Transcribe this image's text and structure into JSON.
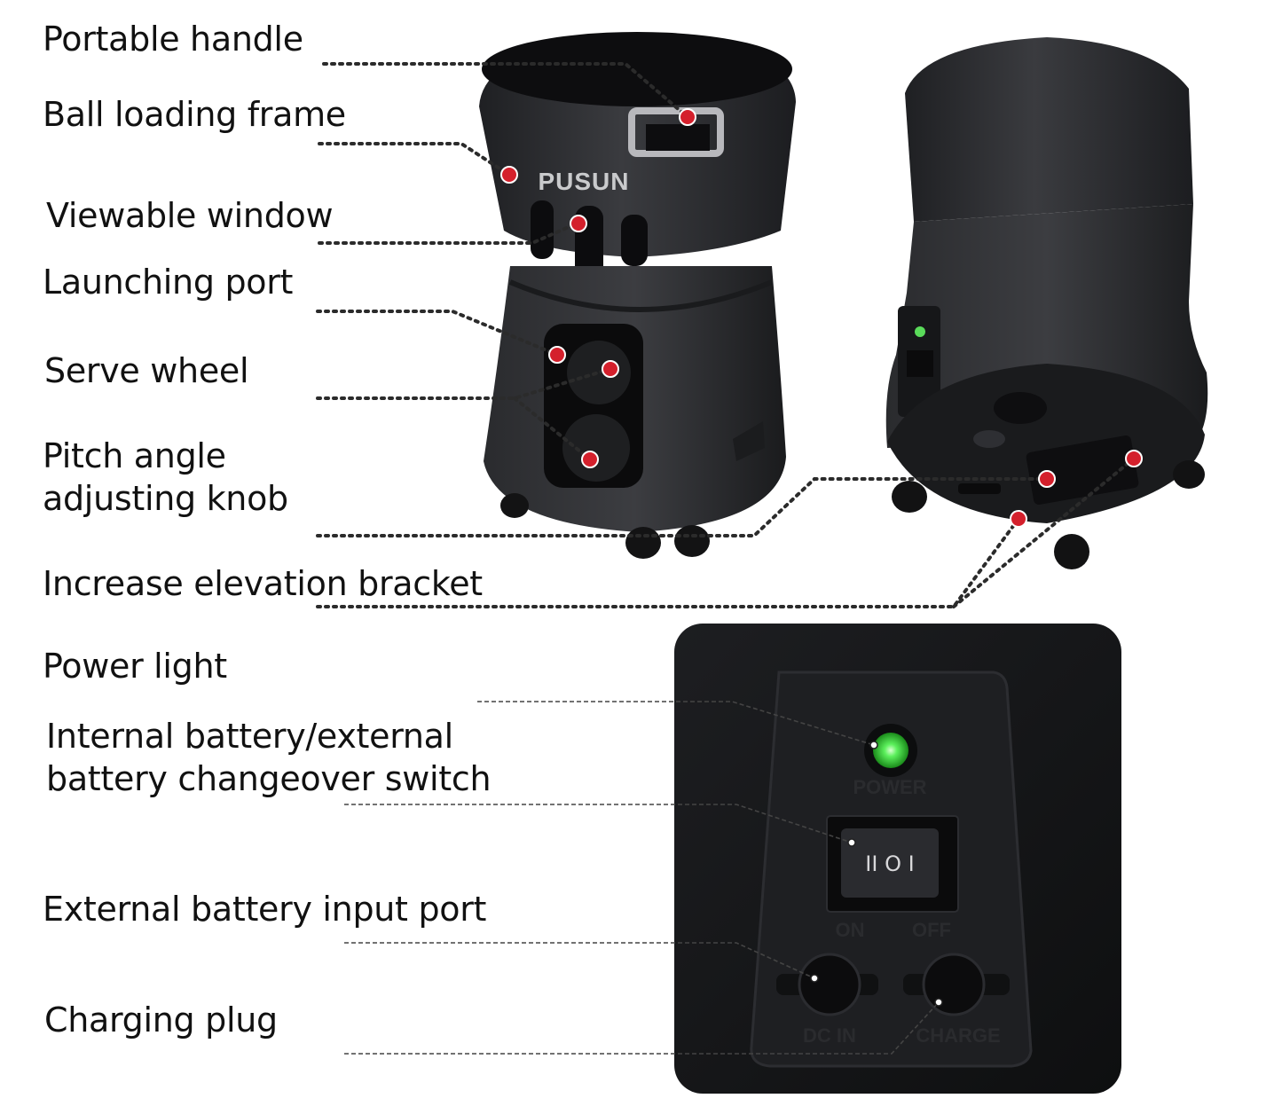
{
  "labels": {
    "portable_handle": "Portable handle",
    "ball_loading_frame": "Ball loading frame",
    "viewable_window": "Viewable window",
    "launching_port": "Launching port",
    "serve_wheel": "Serve wheel",
    "pitch_angle_line1": "Pitch angle",
    "pitch_angle_line2": "adjusting knob",
    "increase_elevation_bracket": "Increase elevation bracket",
    "power_light": "Power light",
    "switch_line1": "Internal battery/external",
    "switch_line2": "battery changeover switch",
    "external_battery_input_port": "External battery input port",
    "charging_plug": "Charging plug"
  },
  "product": {
    "brand": "PUSUN"
  },
  "panel": {
    "power_text": "POWER",
    "switch_symbols": "II  O  I",
    "on_text": "ON",
    "off_text": "OFF",
    "dc_in_text": "DC IN",
    "charge_text": "CHARGE"
  },
  "colors": {
    "marker": "#d4202c",
    "power_led": "#3dd63d",
    "body": "#2a2b2e",
    "panel_bg": "#151618"
  }
}
